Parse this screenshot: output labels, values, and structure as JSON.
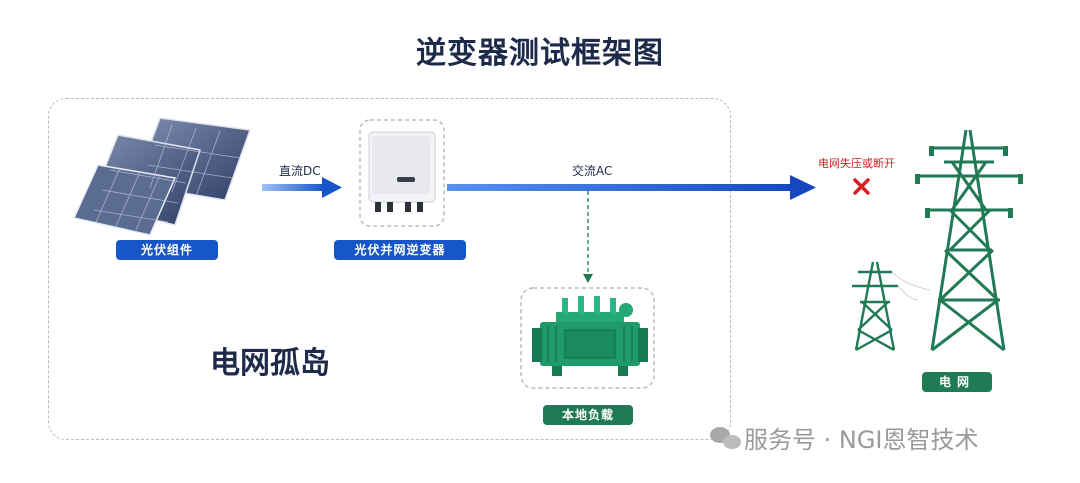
{
  "title": "逆变器测试框架图",
  "nodes": {
    "pv_modules": "光伏组件",
    "inverter": "光伏并网逆变器",
    "local_load": "本地负载",
    "grid": "电网"
  },
  "edges": {
    "dc": "直流DC",
    "ac": "交流AC",
    "grid_fault": "电网失压或断开"
  },
  "region_label": "电网孤岛",
  "watermark": "服务号 · NGI恩智技术",
  "colors": {
    "blue": "#1756c9",
    "green": "#1f7a55",
    "red": "#d42121",
    "navy": "#1d2a4a"
  }
}
